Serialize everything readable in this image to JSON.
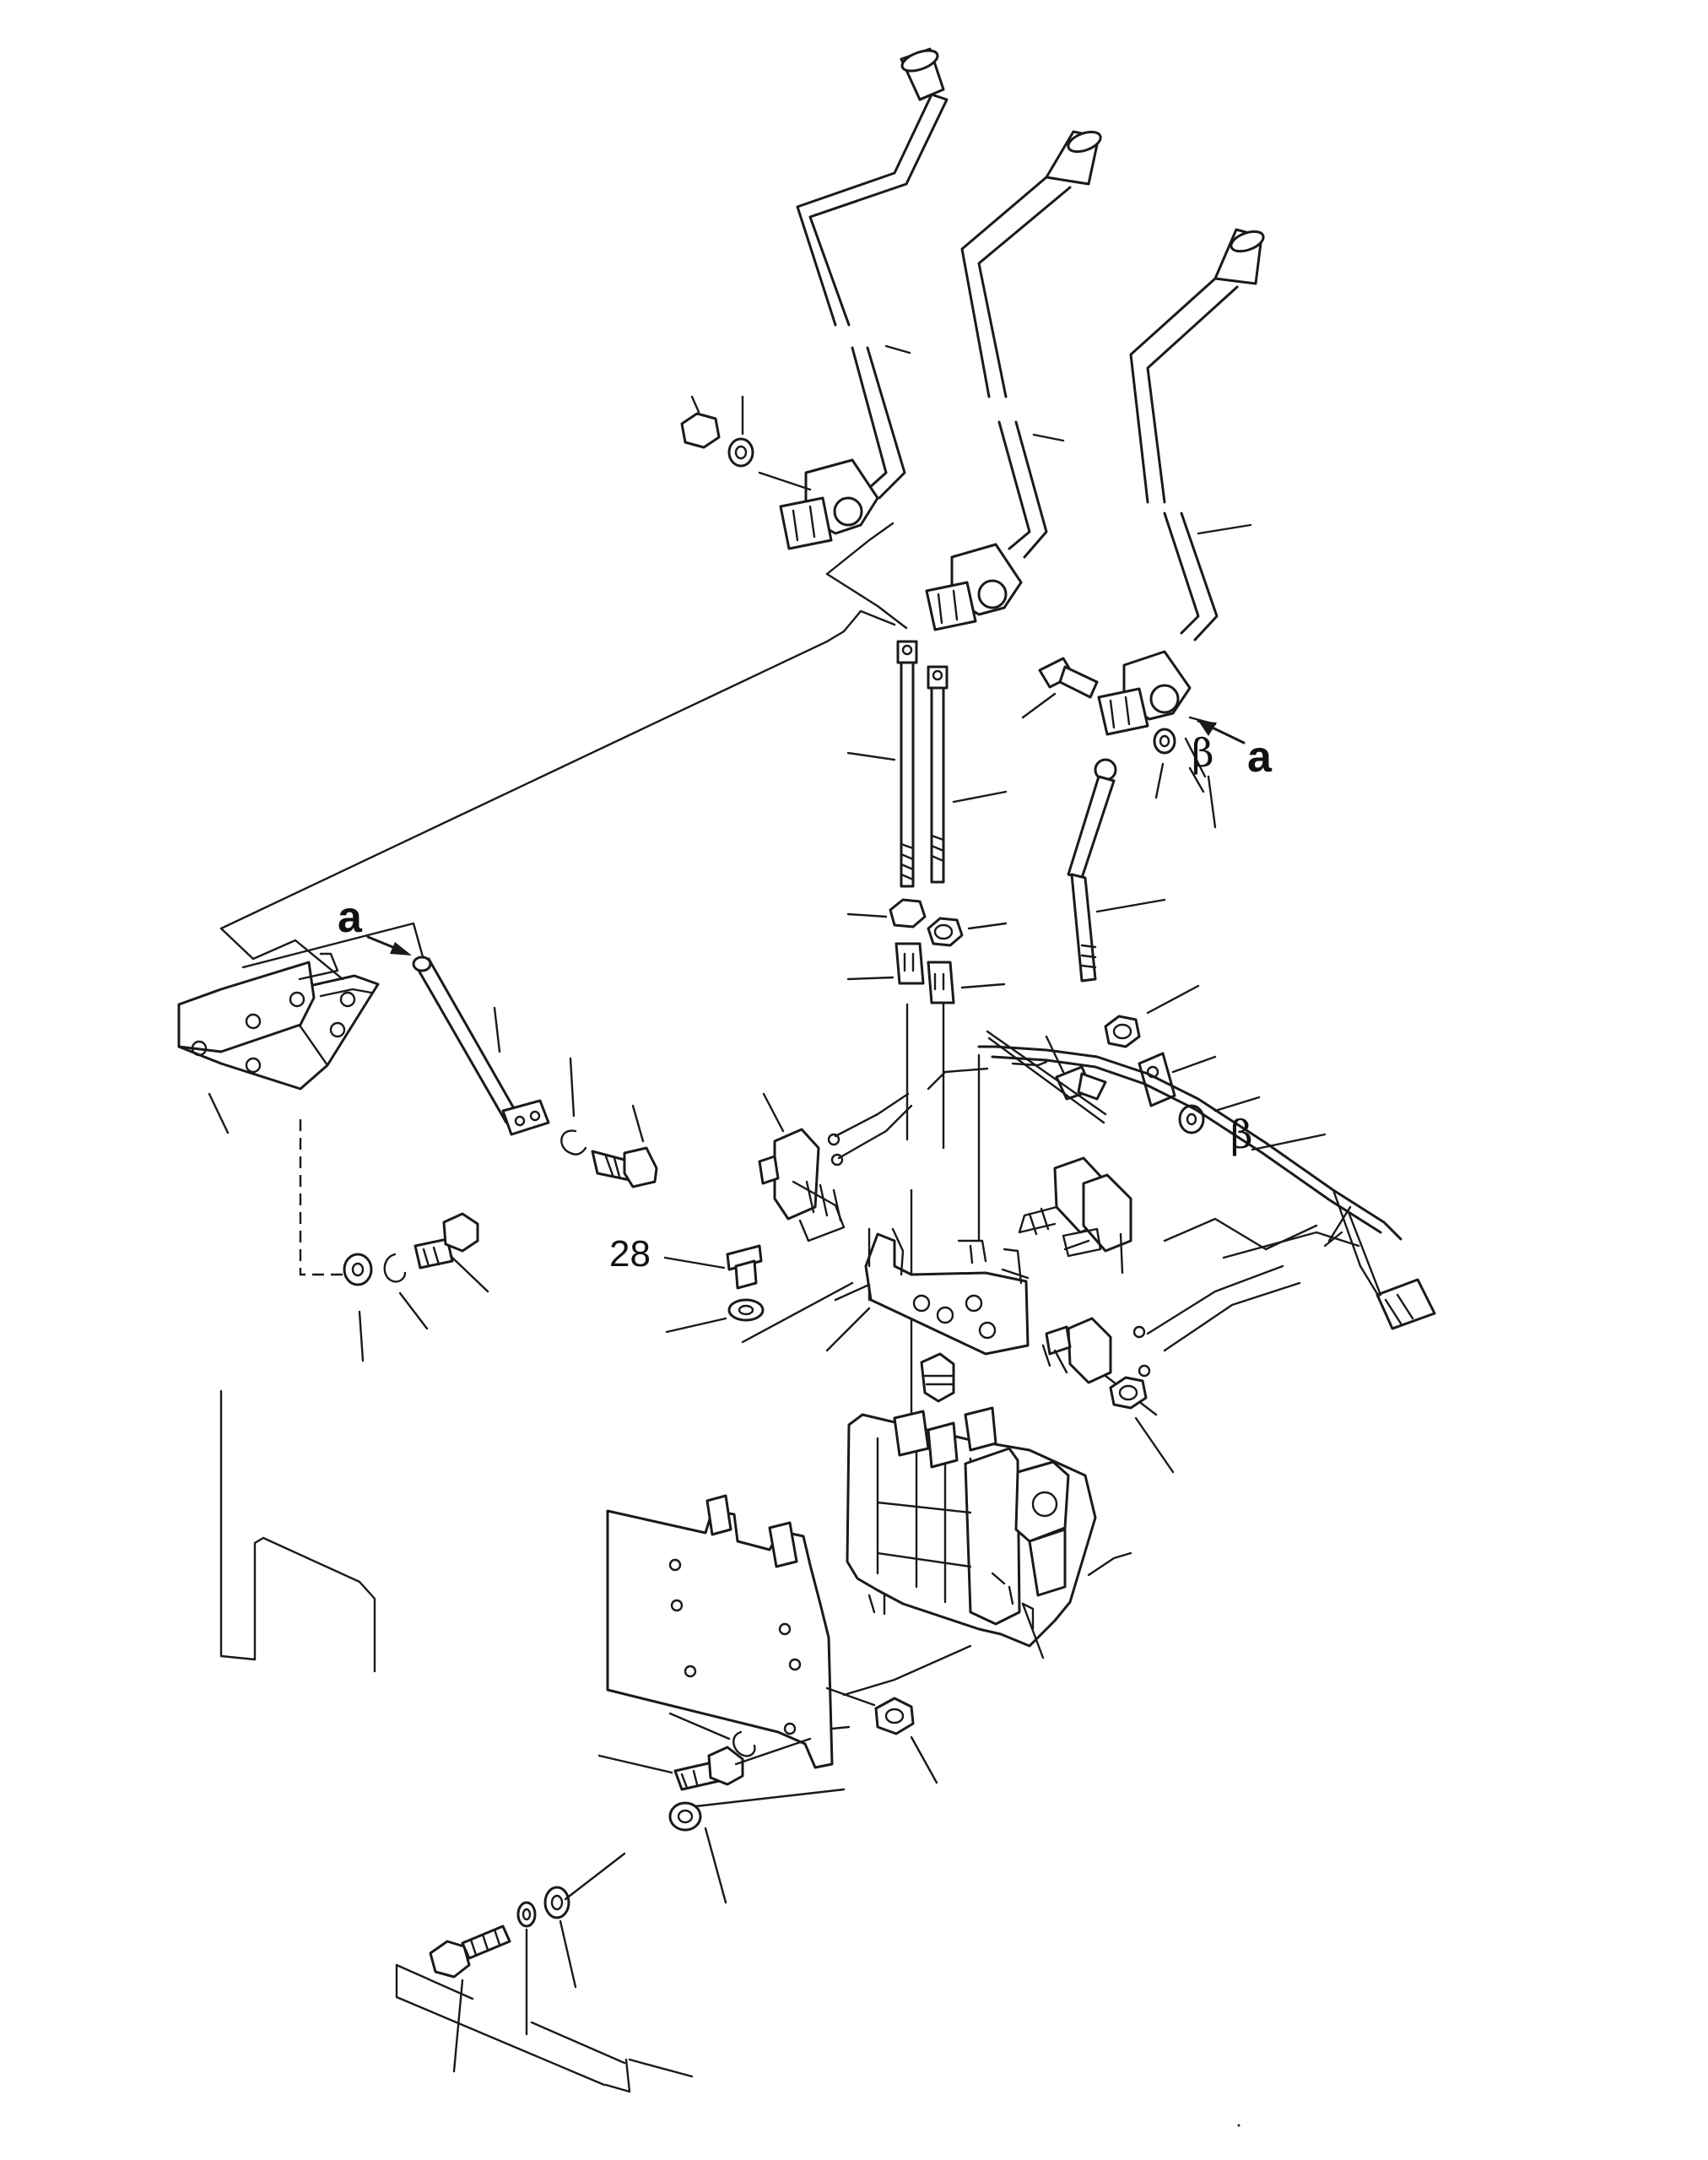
{
  "diagram": {
    "view_marks": {
      "section_mark": "a",
      "section_mark_2": "a"
    },
    "callout_numbers": {
      "lock_bolt": "28"
    },
    "clip_marks": {
      "beta_upper": "β",
      "beta_lower": "β"
    },
    "colors": {
      "line": "#1a1a1a",
      "background": "#ffffff"
    }
  }
}
